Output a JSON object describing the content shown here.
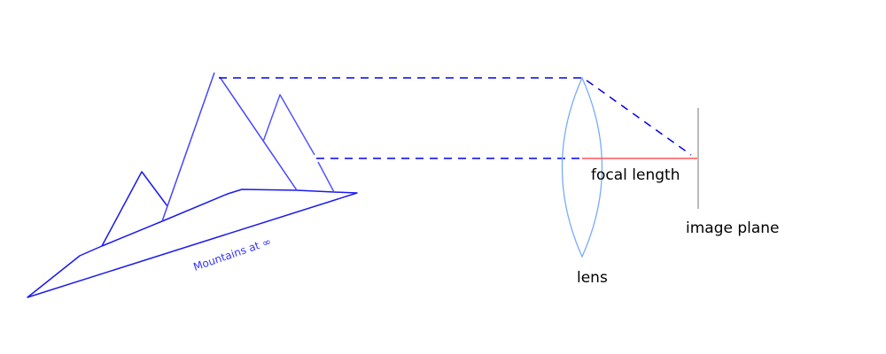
{
  "diagram": {
    "labels": {
      "mountains": "Mountains at ∞",
      "focal_length": "focal length",
      "image_plane": "image plane",
      "lens": "lens"
    },
    "colors": {
      "mountain": "#3333ff",
      "mountain_dark": "#1a1aee",
      "rays": "#0000ee",
      "lens": "#77aaff",
      "focal_length": "#ff5555",
      "image_plane": "#bbbbbb"
    }
  }
}
